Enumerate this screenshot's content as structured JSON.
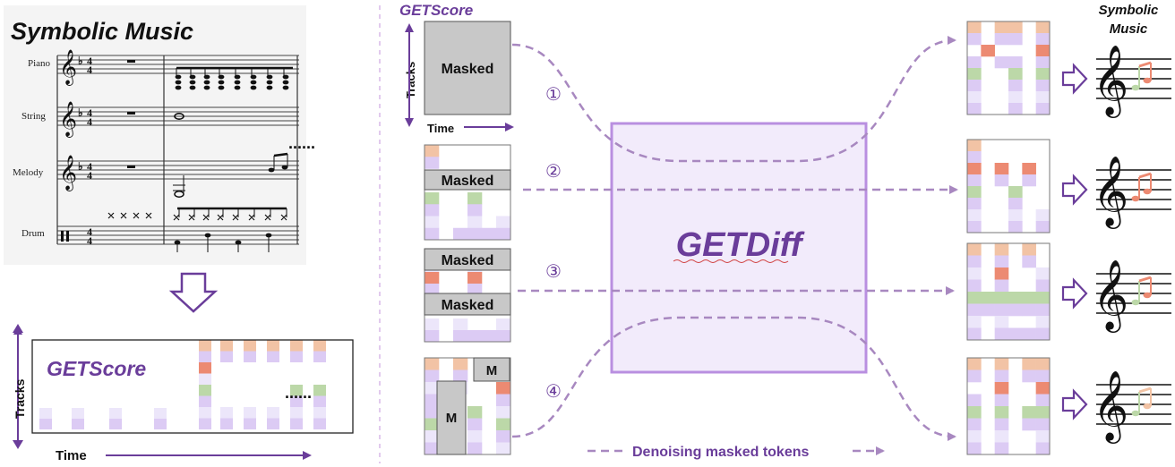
{
  "left": {
    "title": "Symbolic Music",
    "tracks": [
      "Piano",
      "String",
      "Melody",
      "Drum"
    ],
    "continuation": "......",
    "getscore": {
      "label": "GETScore",
      "axis_y": "Tracks",
      "axis_x": "Time",
      "dots": "......"
    }
  },
  "right": {
    "getscore_label": "GETScore",
    "axis_y": "Tracks",
    "axis_x": "Time",
    "masked": "Masked",
    "m": "M",
    "steps": [
      "①",
      "②",
      "③",
      "④"
    ],
    "model": "GETDiff",
    "output_title": "Symbolic\nMusic",
    "legend": "Denoising masked tokens"
  },
  "colors": {
    "accent": "#6a3d9a",
    "dash": "#a888c0",
    "box_fill": "#f2ebfb",
    "box_stroke": "#b98fe0",
    "peach": "#f2c3a5",
    "salmon": "#ec8a72",
    "green": "#bcd8a8",
    "lilac": "#dccbf4",
    "pale": "#ece6fa",
    "mask": "#c8c8c8"
  }
}
